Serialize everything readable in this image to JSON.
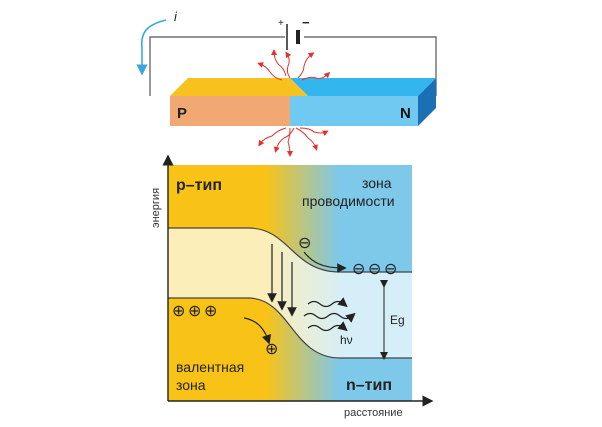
{
  "circuit": {
    "current_label": "i",
    "battery_plus": "+",
    "battery_minus": "−"
  },
  "junction": {
    "p_label": "P",
    "n_label": "N",
    "colors": {
      "p_top": "#f7c21e",
      "p_front": "#f2a873",
      "n_top": "#33b6ee",
      "n_front": "#6fc9f1",
      "n_side": "#1b6fb5"
    }
  },
  "band_diagram": {
    "y_axis_label": "энергия",
    "x_axis_label": "расстояние",
    "p_type_label": "р–тип",
    "n_type_label": "n–тип",
    "conduction_band_label_1": "зона",
    "conduction_band_label_2": "проводимости",
    "valence_band_label_1": "валентная",
    "valence_band_label_2": "зона",
    "band_gap_label": "Eg",
    "photon_label": "hν",
    "electron_symbol": "⊖",
    "hole_symbol": "⊕",
    "colors": {
      "p_region": "#f8c316",
      "n_region": "#7ec8ea",
      "band_gap": "#fbeeb8",
      "emission": "#7a1d1d"
    }
  }
}
